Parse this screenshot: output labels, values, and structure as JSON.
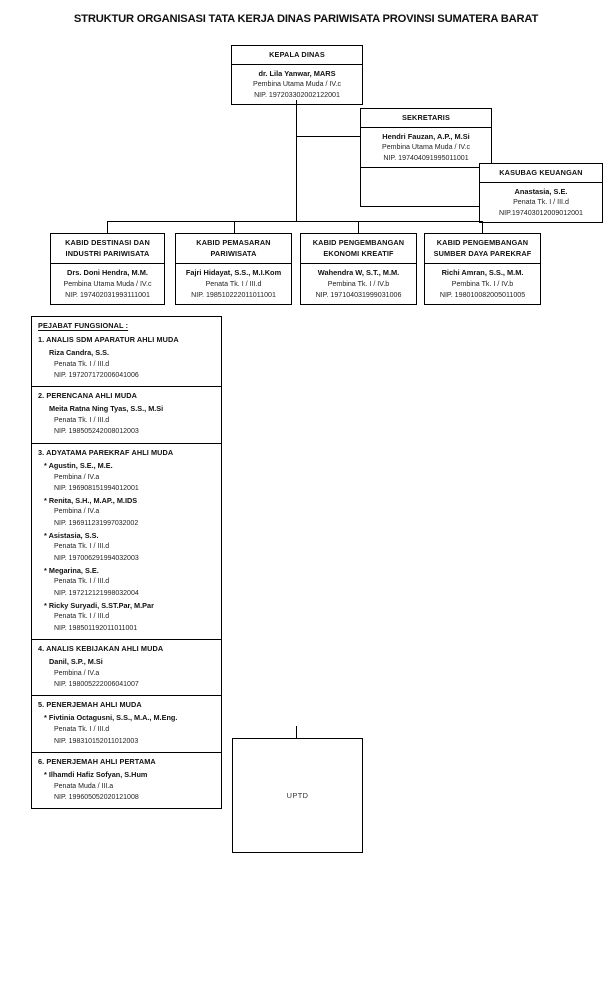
{
  "title": "STRUKTUR ORGANISASI TATA KERJA DINAS PARIWISATA PROVINSI SUMATERA BARAT",
  "nodes": {
    "kepala_dinas": {
      "position": "KEPALA DINAS",
      "name": "dr. Lila Yanwar, MARS",
      "rank": "Pembina Utama Muda / IV.c",
      "nip": "NIP. 197203302002122001"
    },
    "sekretaris": {
      "position": "SEKRETARIS",
      "name": "Hendri Fauzan, A.P., M.Si",
      "rank": "Pembina Utama Muda / IV.c",
      "nip": "NIP. 197404091995011001"
    },
    "kasubag_keuangan": {
      "position": "KASUBAG KEUANGAN",
      "name": "Anastasia, S.E.",
      "rank": "Penata Tk. I / III.d",
      "nip": "NIP.197403012009012001"
    },
    "kabid_destinasi": {
      "position_line1": "KABID DESTINASI DAN",
      "position_line2": "INDUSTRI PARIWISATA",
      "name": "Drs. Doni Hendra, M.M.",
      "rank": "Pembina Utama Muda / IV.c",
      "nip": "NIP. 197402031993111001"
    },
    "kabid_pemasaran": {
      "position_line1": "KABID PEMASARAN",
      "position_line2": "PARIWISATA",
      "name": "Fajri Hidayat, S.S., M.I.Kom",
      "rank": "Penata Tk. I / III.d",
      "nip": "NIP. 198510222011011001"
    },
    "kabid_ekraf": {
      "position_line1": "KABID PENGEMBANGAN",
      "position_line2": "EKONOMI KREATIF",
      "name": "Wahendra W, S.T., M.M.",
      "rank": "Pembina Tk. I / IV.b",
      "nip": "NIP. 197104031999031006"
    },
    "kabid_sdm_parekraf": {
      "position_line1": "KABID PENGEMBANGAN",
      "position_line2": "SUMBER DAYA PAREKRAF",
      "name": "Richi Amran, S.S., M.M.",
      "rank": "Pembina Tk. I / IV.b",
      "nip": "NIP. 198010082005011005"
    },
    "uptd": {
      "label": "UPTD"
    }
  },
  "pejabat_fungsional": {
    "heading": "PEJABAT FUNGSIONAL :",
    "groups": [
      {
        "header": "1. ANALIS SDM APARATUR AHLI MUDA",
        "people": [
          {
            "bullet": "",
            "name": "Riza Candra, S.S.",
            "rank": "Penata Tk. I / III.d",
            "nip": "NIP. 197207172006041006"
          }
        ]
      },
      {
        "header": "2. PERENCANA AHLI MUDA",
        "people": [
          {
            "bullet": "",
            "name": "Meita Ratna Ning Tyas, S.S., M.Si",
            "rank": "Penata Tk. I / III.d",
            "nip": "NIP. 198505242008012003"
          }
        ]
      },
      {
        "header": "3. ADYATAMA PAREKRAF AHLI MUDA",
        "people": [
          {
            "bullet": "*",
            "name": "Agustin, S.E., M.E.",
            "rank": "Pembina / IV.a",
            "nip": "NIP. 196908151994012001"
          },
          {
            "bullet": "*",
            "name": "Renita, S.H., M.AP., M.IDS",
            "rank": "Pembina / IV.a",
            "nip": "NIP. 196911231997032002"
          },
          {
            "bullet": "*",
            "name": "Asistasia, S.S.",
            "rank": "Penata Tk. I / III.d",
            "nip": "NIP. 197006291994032003"
          },
          {
            "bullet": "*",
            "name": "Megarina, S.E.",
            "rank": "Penata Tk. I / III.d",
            "nip": "NIP. 197212121998032004"
          },
          {
            "bullet": "*",
            "name": "Ricky Suryadi, S.ST.Par, M.Par",
            "rank": "Penata Tk. I / III.d",
            "nip": "NIP. 198501192011011001"
          }
        ]
      },
      {
        "header": "4. ANALIS KEBIJAKAN AHLI MUDA",
        "people": [
          {
            "bullet": "",
            "name": "Danil, S.P., M.Si",
            "rank": "Pembina / IV.a",
            "nip": "NIP. 198005222006041007"
          }
        ]
      },
      {
        "header": "5. PENERJEMAH AHLI MUDA",
        "people": [
          {
            "bullet": "*",
            "name": "Fivtinia Octagusni, S.S., M.A., M.Eng.",
            "rank": "Penata Tk. I / III.d",
            "nip": "NIP. 198310152011012003"
          }
        ]
      },
      {
        "header": "6. PENERJEMAH AHLI PERTAMA",
        "people": [
          {
            "bullet": "*",
            "name": "Ilhamdi Hafiz Sofyan, S.Hum",
            "rank": "Penata Muda / III.a",
            "nip": "NIP. 199605052020121008"
          }
        ]
      }
    ]
  },
  "colors": {
    "ink": "#111111",
    "line": "#000000",
    "background": "#ffffff"
  }
}
